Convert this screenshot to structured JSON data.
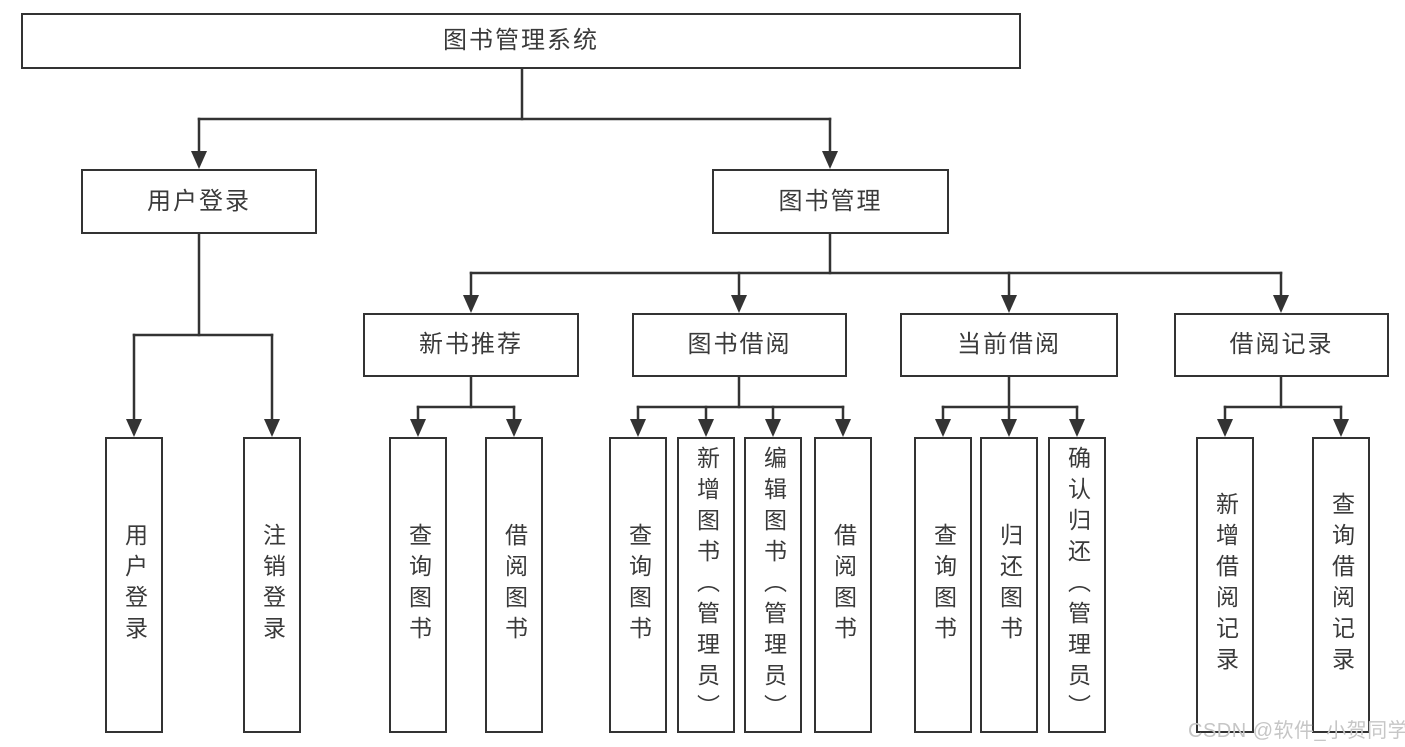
{
  "tree": {
    "label": "图书管理系统",
    "children": [
      {
        "label": "用户登录",
        "children": [
          {
            "label": "用户登录"
          },
          {
            "label": "注销登录"
          }
        ]
      },
      {
        "label": "图书管理",
        "children": [
          {
            "label": "新书推荐",
            "children": [
              {
                "label": "查询图书"
              },
              {
                "label": "借阅图书"
              }
            ]
          },
          {
            "label": "图书借阅",
            "children": [
              {
                "label": "查询图书"
              },
              {
                "label": "新增图书（管理员）"
              },
              {
                "label": "编辑图书（管理员）"
              },
              {
                "label": "借阅图书"
              }
            ]
          },
          {
            "label": "当前借阅",
            "children": [
              {
                "label": "查询图书"
              },
              {
                "label": "归还图书"
              },
              {
                "label": "确认归还（管理员）"
              }
            ]
          },
          {
            "label": "借阅记录",
            "children": [
              {
                "label": "新增借阅记录"
              },
              {
                "label": "查询借阅记录"
              }
            ]
          }
        ]
      }
    ]
  },
  "watermark": "CSDN @软件_小贺同学",
  "colors": {
    "line": "#333333",
    "text": "#3a3a3a",
    "watermark": "#c6c6c6",
    "background": "#ffffff"
  }
}
